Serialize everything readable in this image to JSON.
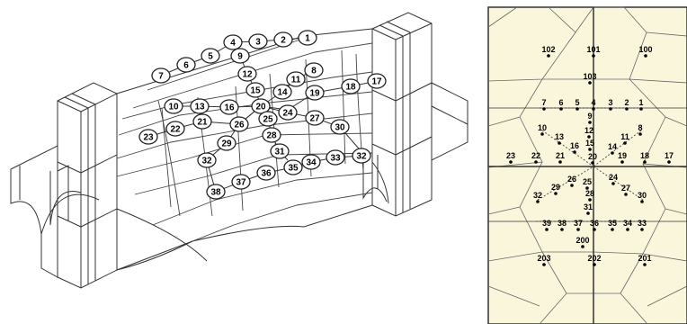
{
  "figure": {
    "colors": {
      "panel_fill": "#faf6dc",
      "line": "#333333",
      "bubble_fill": "#ffffff"
    },
    "isometric_view": {
      "points": [
        {
          "id": "1"
        },
        {
          "id": "2"
        },
        {
          "id": "3"
        },
        {
          "id": "4"
        },
        {
          "id": "5"
        },
        {
          "id": "6"
        },
        {
          "id": "7"
        },
        {
          "id": "8"
        },
        {
          "id": "9"
        },
        {
          "id": "11"
        },
        {
          "id": "12"
        },
        {
          "id": "13"
        },
        {
          "id": "14"
        },
        {
          "id": "15"
        },
        {
          "id": "16"
        },
        {
          "id": "17"
        },
        {
          "id": "18"
        },
        {
          "id": "19"
        },
        {
          "id": "10"
        },
        {
          "id": "20"
        },
        {
          "id": "21"
        },
        {
          "id": "22"
        },
        {
          "id": "23"
        },
        {
          "id": "24"
        },
        {
          "id": "25"
        },
        {
          "id": "26"
        },
        {
          "id": "27"
        },
        {
          "id": "28"
        },
        {
          "id": "29"
        },
        {
          "id": "30"
        },
        {
          "id": "31"
        },
        {
          "id": "32"
        },
        {
          "id": "32"
        },
        {
          "id": "33"
        },
        {
          "id": "34"
        },
        {
          "id": "35"
        },
        {
          "id": "36"
        },
        {
          "id": "37"
        },
        {
          "id": "38"
        }
      ]
    },
    "plan_view": {
      "points": [
        {
          "id": "102"
        },
        {
          "id": "101"
        },
        {
          "id": "100"
        },
        {
          "id": "103"
        },
        {
          "id": "7"
        },
        {
          "id": "6"
        },
        {
          "id": "5"
        },
        {
          "id": "4"
        },
        {
          "id": "3"
        },
        {
          "id": "2"
        },
        {
          "id": "1"
        },
        {
          "id": "9"
        },
        {
          "id": "12"
        },
        {
          "id": "8"
        },
        {
          "id": "10"
        },
        {
          "id": "13"
        },
        {
          "id": "16"
        },
        {
          "id": "15"
        },
        {
          "id": "11"
        },
        {
          "id": "14"
        },
        {
          "id": "23"
        },
        {
          "id": "22"
        },
        {
          "id": "21"
        },
        {
          "id": "20"
        },
        {
          "id": "19"
        },
        {
          "id": "18"
        },
        {
          "id": "17"
        },
        {
          "id": "24"
        },
        {
          "id": "26"
        },
        {
          "id": "25"
        },
        {
          "id": "27"
        },
        {
          "id": "29"
        },
        {
          "id": "32"
        },
        {
          "id": "28"
        },
        {
          "id": "30"
        },
        {
          "id": "31"
        },
        {
          "id": "39"
        },
        {
          "id": "38"
        },
        {
          "id": "37"
        },
        {
          "id": "36"
        },
        {
          "id": "35"
        },
        {
          "id": "34"
        },
        {
          "id": "33"
        },
        {
          "id": "200"
        },
        {
          "id": "203"
        },
        {
          "id": "202"
        },
        {
          "id": "201"
        }
      ]
    }
  }
}
